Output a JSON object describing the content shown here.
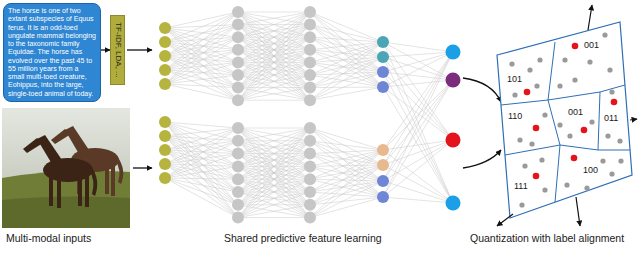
{
  "diagram": {
    "nodes": [
      {
        "text": [
          "The horse is one of two extant subspecies of Equus ferus. It is an odd-toed ungulate mammal belonging to the taxonomic family Equidae. The horse has evolved over the past 45 to 55 million years from a small multi-toed creature, Eohippus, into the large, single-toed animal of today."
        ]
      },
      {
        "text": [
          "TF-IDF, LDA, ..."
        ]
      }
    ],
    "edges": [
      {
        "from": 0,
        "to": 1,
        "arrow": "to"
      }
    ],
    "labels": [
      "Multi-modal inputs",
      "Shared predictive feature learning",
      "Quantization with label alignment",
      "101",
      "001",
      "110",
      "001",
      "011",
      "111",
      "100"
    ]
  }
}
